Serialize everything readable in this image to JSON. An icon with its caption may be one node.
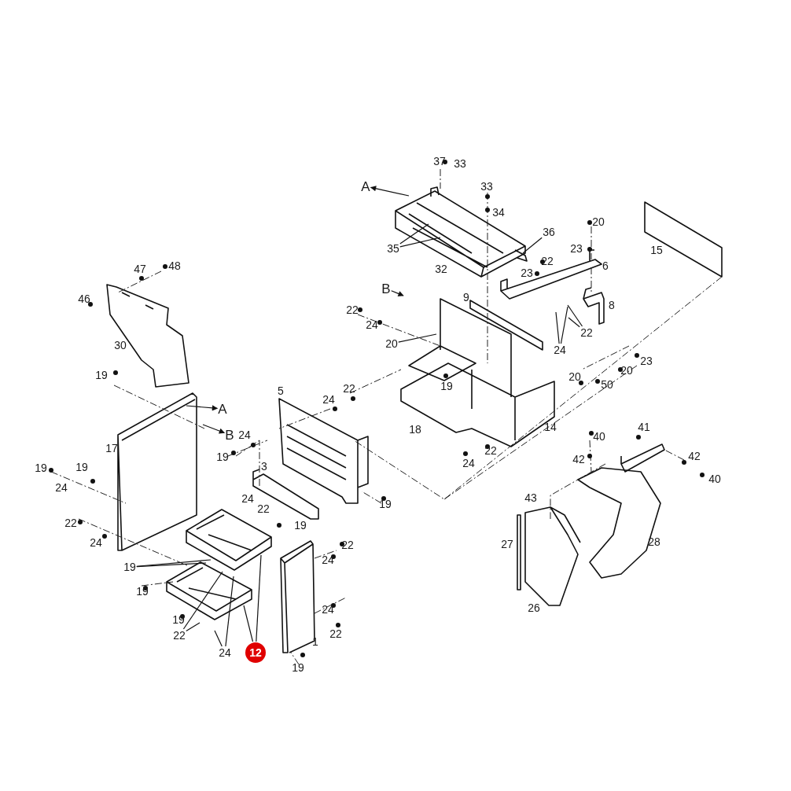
{
  "diagram": {
    "nodes": [
      {
        "text": [
          "35"
        ]
      },
      {
        "text": [
          "36"
        ]
      },
      {
        "text": [
          "22"
        ]
      },
      {
        "text": [
          "24"
        ]
      },
      {
        "text": [
          "20"
        ]
      },
      {
        "text": [
          "19"
        ]
      },
      {
        "text": [
          "22"
        ]
      },
      {
        "text": [
          "24"
        ]
      },
      {
        "text": [
          "12"
        ]
      },
      {
        "text": [
          "A"
        ]
      },
      {
        "text": [
          "B"
        ]
      },
      {
        "text": [
          "A"
        ]
      },
      {
        "text": [
          "B"
        ]
      }
    ],
    "edges": [
      {
        "from": 0,
        "to": null,
        "arrow": "none"
      },
      {
        "from": 0,
        "to": null,
        "arrow": "none"
      },
      {
        "from": 1,
        "to": null,
        "arrow": "none"
      },
      {
        "from": 2,
        "to": null,
        "arrow": "none"
      },
      {
        "from": 2,
        "to": null,
        "arrow": "none"
      },
      {
        "from": 3,
        "to": null,
        "arrow": "none"
      },
      {
        "from": 3,
        "to": null,
        "arrow": "none"
      },
      {
        "from": 4,
        "to": null,
        "arrow": "none"
      },
      {
        "from": 5,
        "to": null,
        "arrow": "none"
      },
      {
        "from": 5,
        "to": null,
        "arrow": "none"
      },
      {
        "from": 6,
        "to": null,
        "arrow": "none"
      },
      {
        "from": 6,
        "to": null,
        "arrow": "none"
      },
      {
        "from": 7,
        "to": null,
        "arrow": "none"
      },
      {
        "from": 7,
        "to": null,
        "arrow": "none"
      },
      {
        "from": 8,
        "to": null,
        "arrow": "none"
      },
      {
        "from": 8,
        "to": null,
        "arrow": "none"
      },
      {
        "from": null,
        "to": 9,
        "arrow": "to"
      },
      {
        "from": 10,
        "to": null,
        "arrow": "to"
      },
      {
        "from": null,
        "to": 11,
        "arrow": "to"
      },
      {
        "from": null,
        "to": 12,
        "arrow": "to"
      }
    ],
    "labels": [
      "37",
      "33",
      "33",
      "34",
      "20",
      "23",
      "15",
      "22",
      "6",
      "32",
      "23",
      "47",
      "48",
      "9",
      "46",
      "22",
      "8",
      "24",
      "30",
      "23",
      "20",
      "19",
      "20",
      "50",
      "19",
      "22",
      "5",
      "24",
      "18",
      "14",
      "41",
      "24",
      "40",
      "17",
      "22",
      "19",
      "42",
      "42",
      "24",
      "3",
      "19",
      "19",
      "40",
      "24",
      "43",
      "24",
      "22",
      "19",
      "19",
      "22",
      "28",
      "27",
      "24",
      "22",
      "24",
      "19",
      "26",
      "24",
      "19",
      "22",
      "1",
      "19"
    ]
  }
}
